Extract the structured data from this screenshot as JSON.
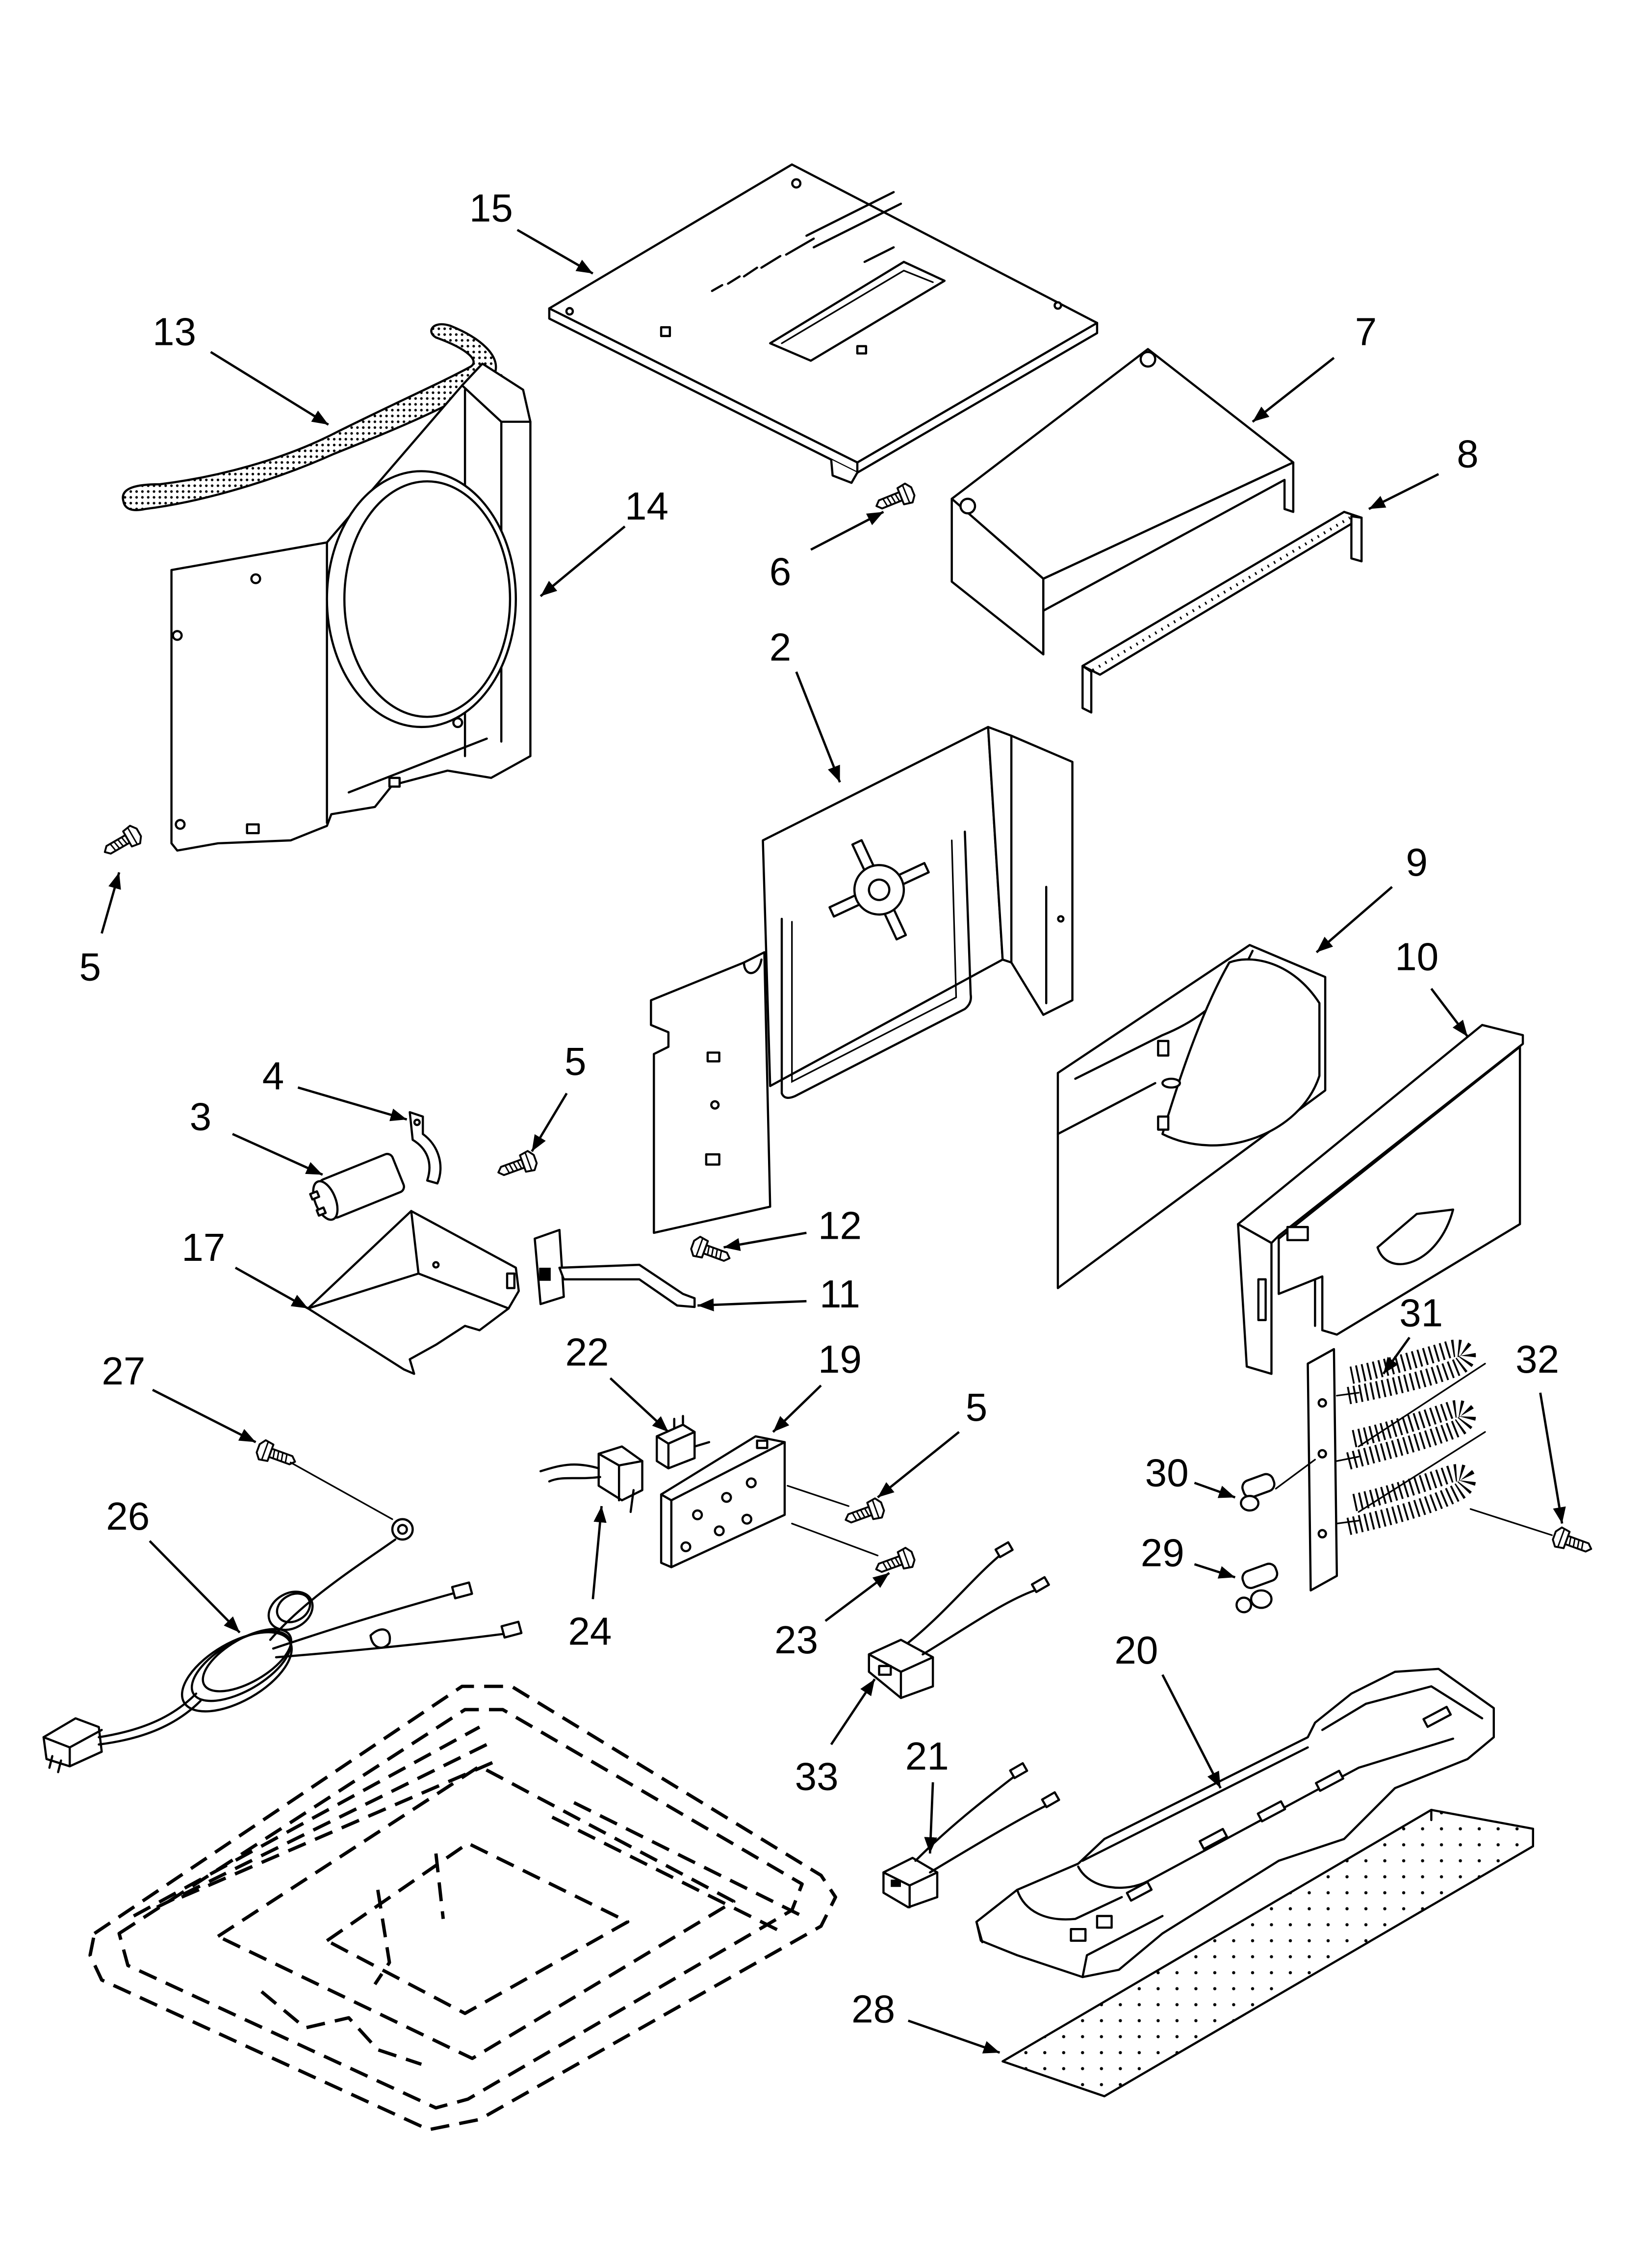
{
  "callouts": [
    "15",
    "13",
    "7",
    "14",
    "8",
    "6",
    "2",
    "5",
    "9",
    "10",
    "4",
    "5",
    "3",
    "17",
    "12",
    "11",
    "22",
    "19",
    "27",
    "5",
    "31",
    "32",
    "30",
    "26",
    "24",
    "23",
    "29",
    "20",
    "33",
    "21",
    "28"
  ]
}
